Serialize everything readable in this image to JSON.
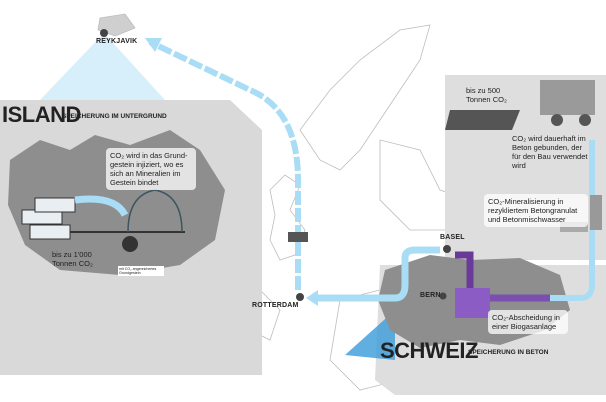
{
  "cities": {
    "reykjavik": "REYKJAVIK",
    "rotterdam": "ROTTERDAM",
    "basel": "BASEL",
    "bern": "BERN"
  },
  "island": {
    "title": "ISLAND",
    "subtitle": "Speicherung im Untergrund",
    "injection_note": "CO₂ wird in das Grund­gestein injiziert, wo es sich an Mineralien im Gestein bindet",
    "amount": "bis zu 1'000 Tonnen CO₂",
    "rock_label": "mit CO₂ angereichertes Grundgestein"
  },
  "schweiz": {
    "title": "SCHWEIZ",
    "subtitle": "Speicherung in Beton",
    "amount": "bis zu 500 Tonnen CO₂",
    "concrete_note": "CO₂ wird dauerhaft im Beton gebunden, der für den Bau verwendet wird",
    "mineral_note": "CO₂-Mineralisierung in rezykliertem Betongranulat und Betonmischwasser",
    "capture_note": "CO₂-Abscheidung in einer Biogasanlage"
  },
  "colors": {
    "panel": "#d6d6d6",
    "land": "#8f8f8f",
    "blue": "#a9ddf5",
    "purple": "#6a3a98"
  }
}
